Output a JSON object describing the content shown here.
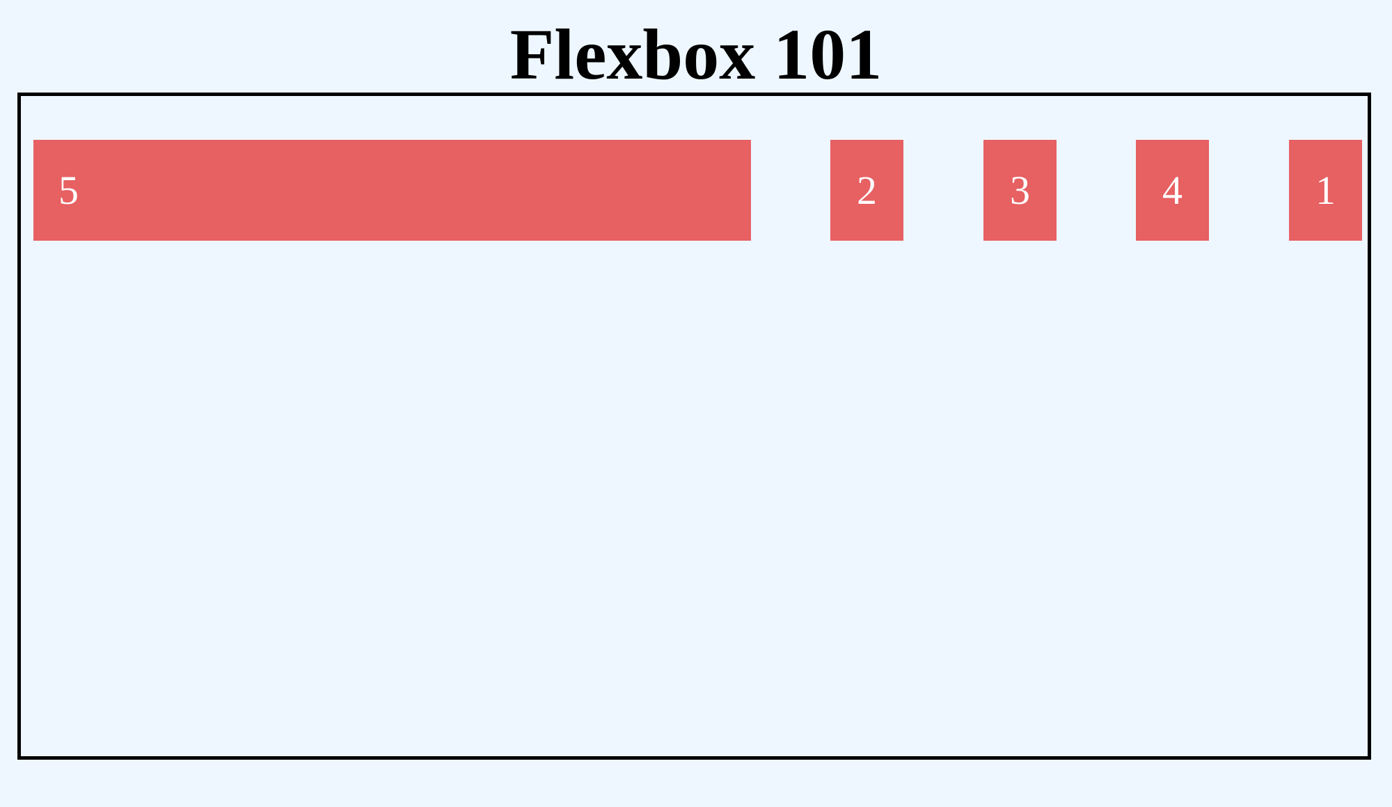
{
  "page": {
    "title": "Flexbox 101",
    "background_color": "#eef7ff"
  },
  "container": {
    "border_color": "#000000",
    "items": [
      {
        "label": "5"
      },
      {
        "label": "2"
      },
      {
        "label": "3"
      },
      {
        "label": "4"
      },
      {
        "label": "1"
      }
    ]
  },
  "colors": {
    "item_background": "#e76062",
    "item_text": "#ffffff"
  }
}
